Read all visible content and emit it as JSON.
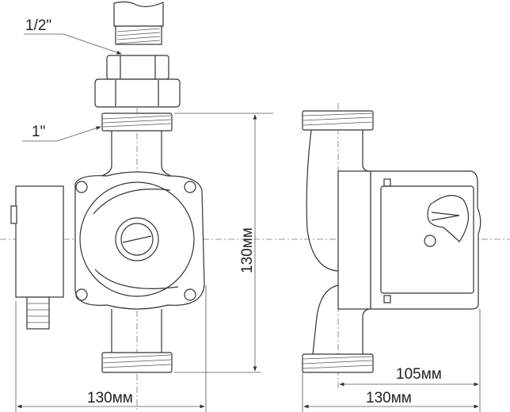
{
  "labels": {
    "thread_half_inch": "1/2\"",
    "thread_one_inch": "1\"",
    "height": "130мм",
    "width_front": "130мм",
    "depth_motor": "105мм",
    "depth_total": "130мм"
  }
}
